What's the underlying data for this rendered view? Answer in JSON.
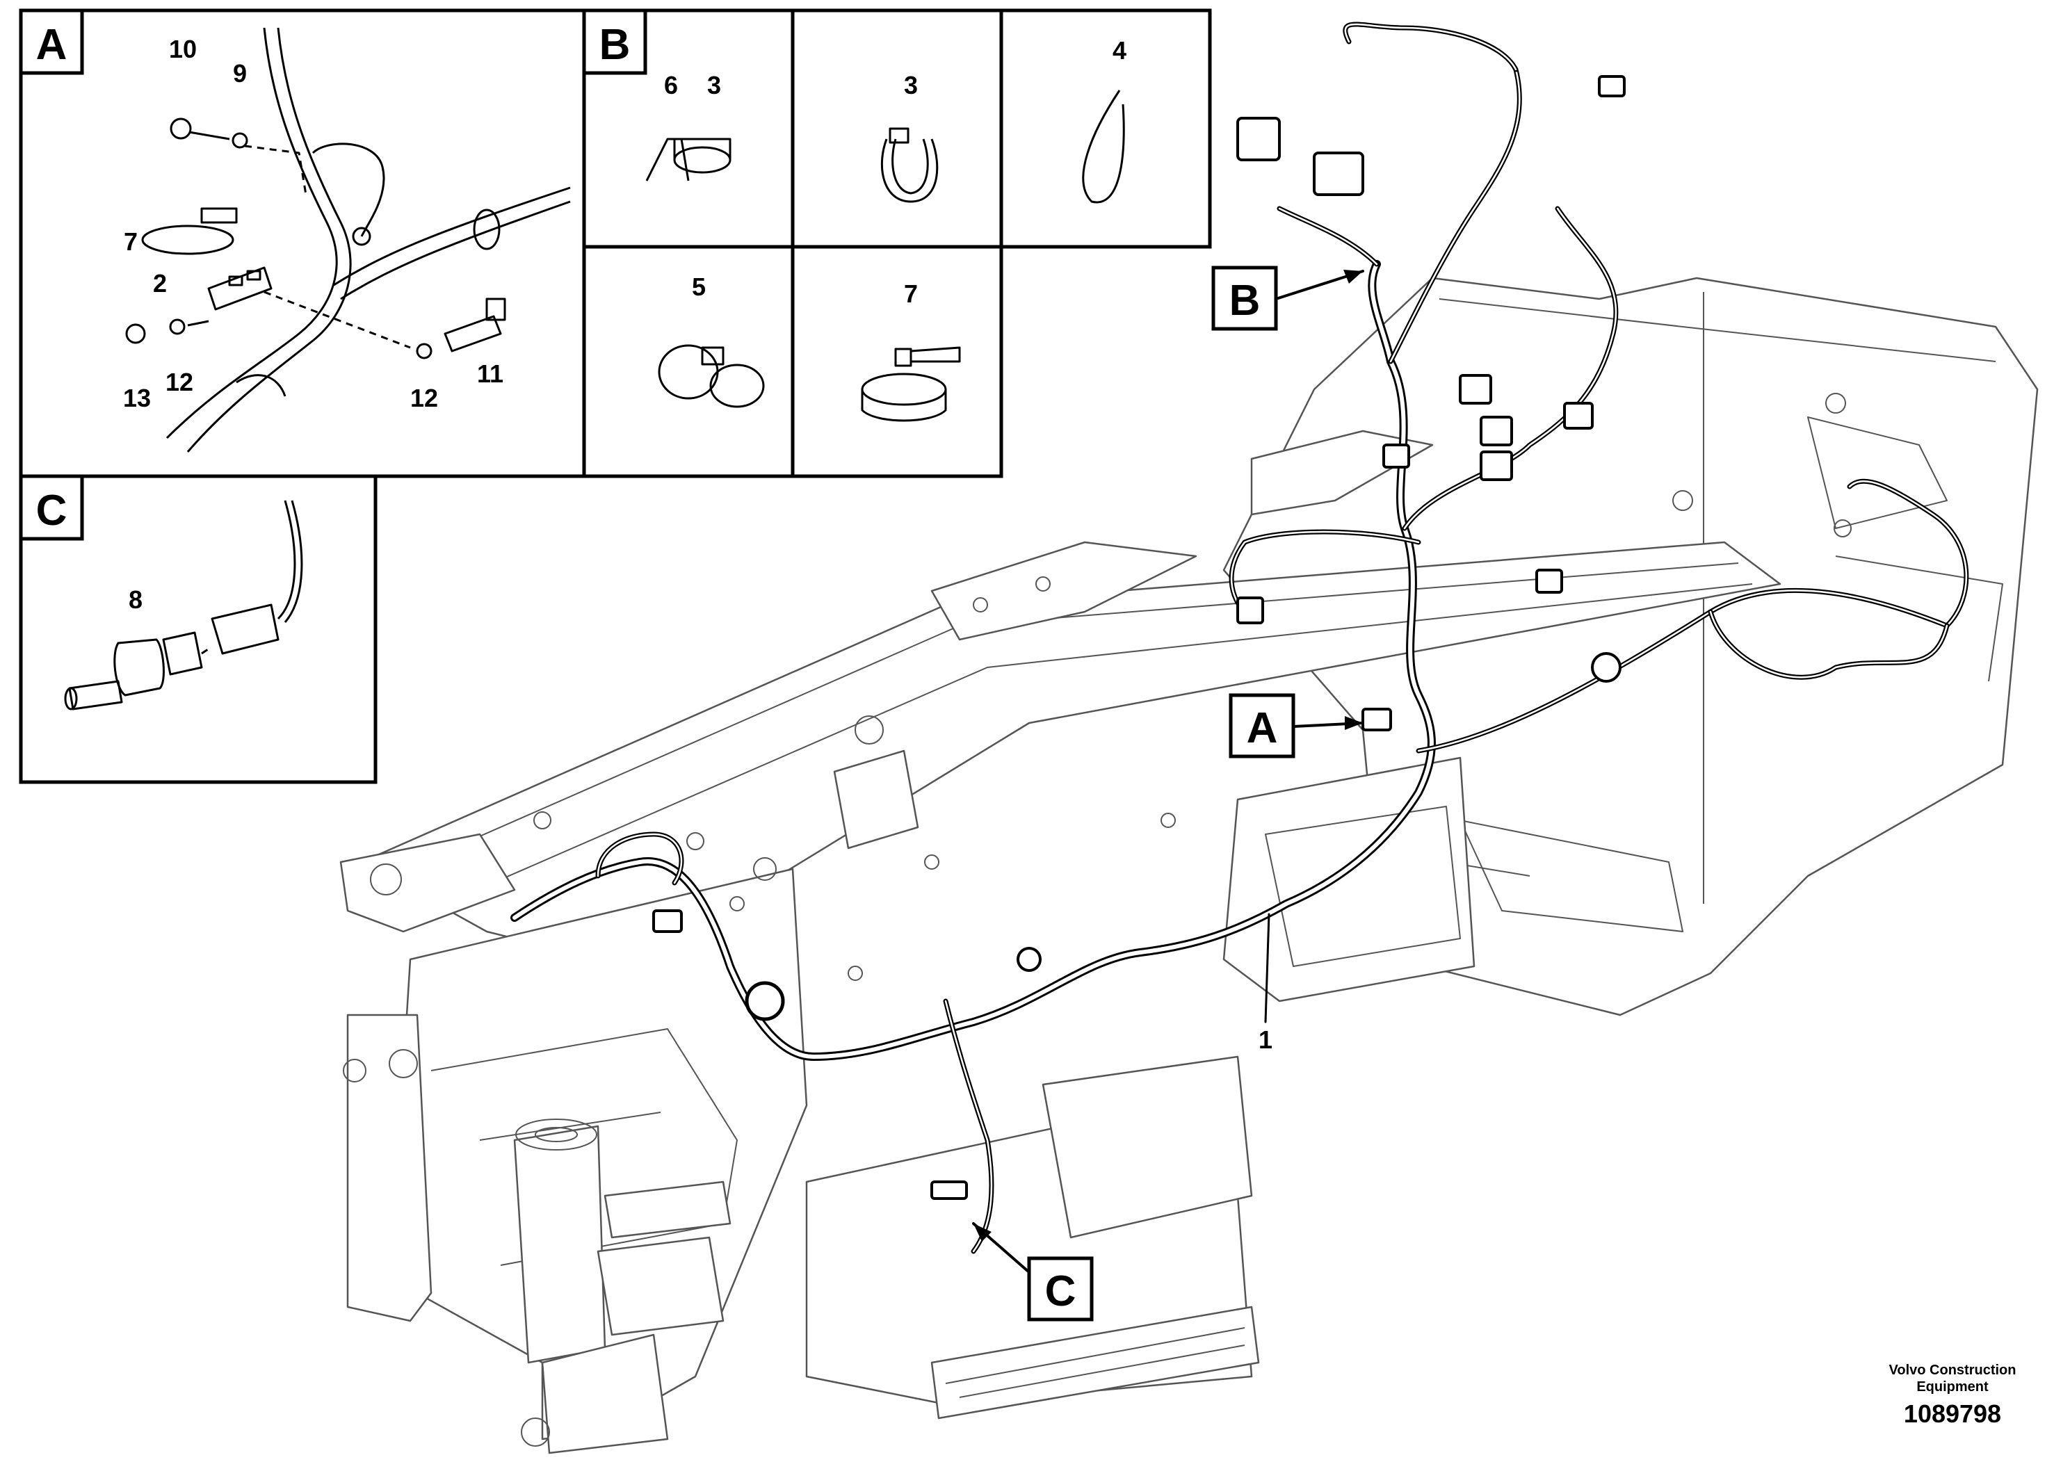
{
  "inset_A": {
    "letter": "A",
    "callouts": [
      "10",
      "9",
      "7",
      "2",
      "13",
      "12",
      "12",
      "11"
    ]
  },
  "inset_B": {
    "letter": "B",
    "cells": [
      {
        "callouts": [
          "6",
          "3"
        ]
      },
      {
        "callouts": [
          "3"
        ]
      },
      {
        "callouts": [
          "4"
        ]
      },
      {
        "callouts": [
          "5"
        ]
      },
      {
        "callouts": [
          "7"
        ]
      }
    ]
  },
  "inset_C": {
    "letter": "C",
    "callouts": [
      "8"
    ]
  },
  "main": {
    "pointer_B": "B",
    "pointer_A": "A",
    "pointer_C": "C",
    "harness_callout": "1"
  },
  "footer": {
    "company_line1": "Volvo Construction",
    "company_line2": "Equipment",
    "drawing_number": "1089798"
  }
}
